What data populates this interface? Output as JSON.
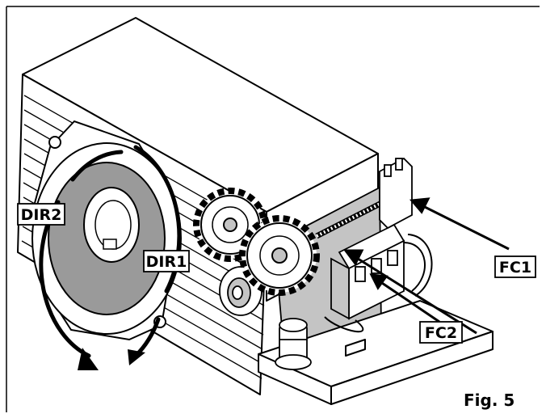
{
  "labels": {
    "dir1": "DIR1",
    "dir2": "DIR2",
    "fc1": "FC1",
    "fc2": "FC2"
  },
  "caption": "Fig. 5",
  "colors": {
    "line": "#000000",
    "ring": "#9a9a9a",
    "shadow": "#b3b3b3",
    "bracket": "#c4c4c4"
  }
}
